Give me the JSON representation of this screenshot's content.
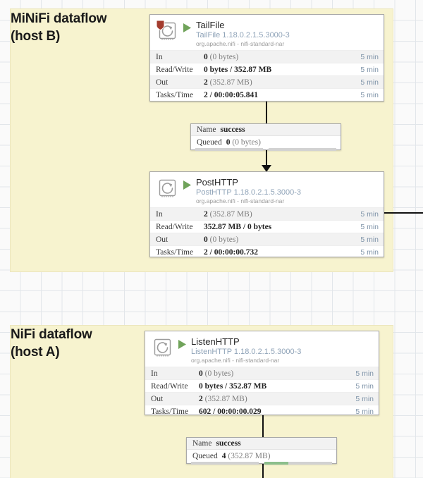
{
  "panels": [
    {
      "id": "minifi",
      "title": "MiNiFi dataflow\n(host B)"
    },
    {
      "id": "nifi",
      "title": "NiFi dataflow\n(host A)"
    }
  ],
  "processors": [
    {
      "id": "tailfile",
      "name": "TailFile",
      "type": "TailFile 1.18.0.2.1.5.3000-3",
      "bundle": "org.apache.nifi - nifi-standard-nar",
      "state": "running",
      "has_security_badge": true,
      "stats": [
        {
          "label": "In",
          "strong": "0",
          "rest": "(0 bytes)",
          "time": "5 min"
        },
        {
          "label": "Read/Write",
          "strong": "0 bytes / 352.87 MB",
          "rest": "",
          "time": "5 min"
        },
        {
          "label": "Out",
          "strong": "2",
          "rest": "(352.87 MB)",
          "time": "5 min"
        },
        {
          "label": "Tasks/Time",
          "strong": "2 / 00:00:05.841",
          "rest": "",
          "time": "5 min"
        }
      ]
    },
    {
      "id": "posthttp",
      "name": "PostHTTP",
      "type": "PostHTTP 1.18.0.2.1.5.3000-3",
      "bundle": "org.apache.nifi - nifi-standard-nar",
      "state": "running",
      "has_security_badge": false,
      "stats": [
        {
          "label": "In",
          "strong": "2",
          "rest": "(352.87 MB)",
          "time": "5 min"
        },
        {
          "label": "Read/Write",
          "strong": "352.87 MB / 0 bytes",
          "rest": "",
          "time": "5 min"
        },
        {
          "label": "Out",
          "strong": "0",
          "rest": "(0 bytes)",
          "time": "5 min"
        },
        {
          "label": "Tasks/Time",
          "strong": "2 / 00:00:00.732",
          "rest": "",
          "time": "5 min"
        }
      ]
    },
    {
      "id": "listenhttp",
      "name": "ListenHTTP",
      "type": "ListenHTTP 1.18.0.2.1.5.3000-3",
      "bundle": "org.apache.nifi - nifi-standard-nar",
      "state": "running",
      "has_security_badge": false,
      "stats": [
        {
          "label": "In",
          "strong": "0",
          "rest": "(0 bytes)",
          "time": "5 min"
        },
        {
          "label": "Read/Write",
          "strong": "0 bytes / 352.87 MB",
          "rest": "",
          "time": "5 min"
        },
        {
          "label": "Out",
          "strong": "2",
          "rest": "(352.87 MB)",
          "time": "5 min"
        },
        {
          "label": "Tasks/Time",
          "strong": "602 / 00:00:00.029",
          "rest": "",
          "time": "5 min"
        }
      ]
    }
  ],
  "connections": [
    {
      "id": "conn-minifi",
      "name_label": "Name",
      "name_value": "success",
      "queued_label": "Queued",
      "queued_strong": "0",
      "queued_rest": "(0 bytes)",
      "bar_count_pct": 0,
      "bar_size_pct": 0
    },
    {
      "id": "conn-nifi",
      "name_label": "Name",
      "name_value": "success",
      "queued_label": "Queued",
      "queued_strong": "4",
      "queued_rest": "(352.87 MB)",
      "bar_count_pct": 0,
      "bar_size_pct": 35
    }
  ],
  "colors": {
    "panel_fill": "#f7f3cf",
    "run_green": "#70a35a",
    "queue_green": "#8cbf8c",
    "badge_red": "#a33c2e",
    "link_blue_gray": "#8fa3b8"
  }
}
